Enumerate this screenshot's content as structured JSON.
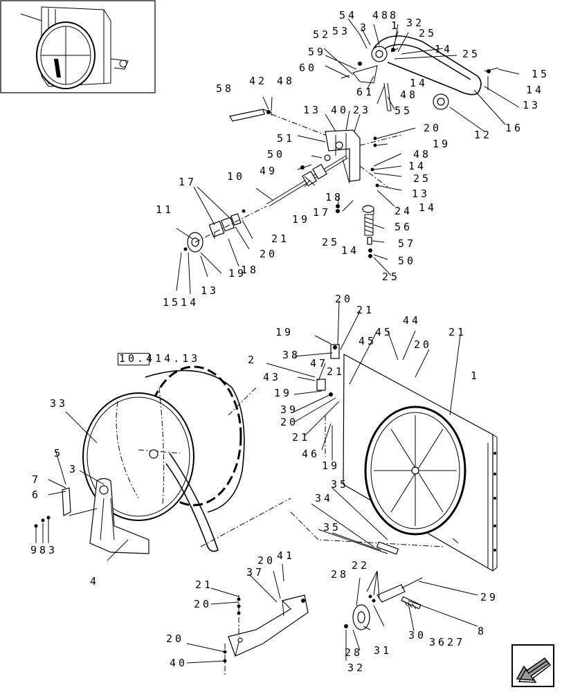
{
  "diagram": {
    "reference_link": "10.414.13",
    "callouts": [
      {
        "id": "c54",
        "text": "54"
      },
      {
        "id": "c48a",
        "text": "48"
      },
      {
        "id": "c8a",
        "text": "8"
      },
      {
        "id": "c53",
        "text": "53"
      },
      {
        "id": "c1a",
        "text": "1"
      },
      {
        "id": "c32a",
        "text": "32"
      },
      {
        "id": "c52",
        "text": "52"
      },
      {
        "id": "c3a",
        "text": "3"
      },
      {
        "id": "c25a",
        "text": "25"
      },
      {
        "id": "c59",
        "text": "59"
      },
      {
        "id": "c14a",
        "text": "14"
      },
      {
        "id": "c25b",
        "text": "25"
      },
      {
        "id": "c60",
        "text": "60"
      },
      {
        "id": "c15a",
        "text": "15"
      },
      {
        "id": "c61",
        "text": "61"
      },
      {
        "id": "c14b",
        "text": "14"
      },
      {
        "id": "c14c",
        "text": "14"
      },
      {
        "id": "c48b",
        "text": "48"
      },
      {
        "id": "c13a",
        "text": "13"
      },
      {
        "id": "c58",
        "text": "58"
      },
      {
        "id": "c42",
        "text": "42"
      },
      {
        "id": "c48c",
        "text": "48"
      },
      {
        "id": "c55",
        "text": "55"
      },
      {
        "id": "c12",
        "text": "12"
      },
      {
        "id": "c16",
        "text": "16"
      },
      {
        "id": "c13b",
        "text": "13"
      },
      {
        "id": "c40",
        "text": "40"
      },
      {
        "id": "c23",
        "text": "23"
      },
      {
        "id": "c20a",
        "text": "20"
      },
      {
        "id": "c51",
        "text": "51"
      },
      {
        "id": "c19a",
        "text": "19"
      },
      {
        "id": "c50a",
        "text": "50"
      },
      {
        "id": "c48d",
        "text": "48"
      },
      {
        "id": "c14d",
        "text": "14"
      },
      {
        "id": "c49",
        "text": "49"
      },
      {
        "id": "c25c",
        "text": "25"
      },
      {
        "id": "c17a",
        "text": "17"
      },
      {
        "id": "c10",
        "text": "10"
      },
      {
        "id": "c13c",
        "text": "13"
      },
      {
        "id": "c14e",
        "text": "14"
      },
      {
        "id": "c18a",
        "text": "18"
      },
      {
        "id": "c24",
        "text": "24"
      },
      {
        "id": "c11",
        "text": "11"
      },
      {
        "id": "c19b",
        "text": "19"
      },
      {
        "id": "c17b",
        "text": "17"
      },
      {
        "id": "c56",
        "text": "56"
      },
      {
        "id": "c21a",
        "text": "21"
      },
      {
        "id": "c25d",
        "text": "25"
      },
      {
        "id": "c57",
        "text": "57"
      },
      {
        "id": "c20b",
        "text": "20"
      },
      {
        "id": "c14f",
        "text": "14"
      },
      {
        "id": "c50b",
        "text": "50"
      },
      {
        "id": "c19c",
        "text": "19"
      },
      {
        "id": "c18b",
        "text": "18"
      },
      {
        "id": "c25e",
        "text": "25"
      },
      {
        "id": "c13d",
        "text": "13"
      },
      {
        "id": "c1514",
        "text": "1514"
      },
      {
        "id": "c20c",
        "text": "20"
      },
      {
        "id": "c21b",
        "text": "21"
      },
      {
        "id": "c19d",
        "text": "19"
      },
      {
        "id": "c45a",
        "text": "45"
      },
      {
        "id": "c44",
        "text": "44"
      },
      {
        "id": "c45b",
        "text": "45"
      },
      {
        "id": "c20d",
        "text": "20"
      },
      {
        "id": "c21c",
        "text": "21"
      },
      {
        "id": "c38",
        "text": "38"
      },
      {
        "id": "c2",
        "text": "2"
      },
      {
        "id": "c47",
        "text": "47"
      },
      {
        "id": "c21d",
        "text": "21"
      },
      {
        "id": "c1b",
        "text": "1"
      },
      {
        "id": "c43",
        "text": "43"
      },
      {
        "id": "c19e",
        "text": "19"
      },
      {
        "id": "c39",
        "text": "39"
      },
      {
        "id": "c20e",
        "text": "20"
      },
      {
        "id": "c21e",
        "text": "21"
      },
      {
        "id": "c46",
        "text": "46"
      },
      {
        "id": "c19f",
        "text": "19"
      },
      {
        "id": "c33",
        "text": "33"
      },
      {
        "id": "c5",
        "text": "5"
      },
      {
        "id": "c3b",
        "text": "3"
      },
      {
        "id": "c7",
        "text": "7"
      },
      {
        "id": "c6",
        "text": "6"
      },
      {
        "id": "c983",
        "text": "983"
      },
      {
        "id": "c4",
        "text": "4"
      },
      {
        "id": "c35a",
        "text": "35"
      },
      {
        "id": "c34",
        "text": "34"
      },
      {
        "id": "c35b",
        "text": "35"
      },
      {
        "id": "c22",
        "text": "22"
      },
      {
        "id": "c28a",
        "text": "28"
      },
      {
        "id": "c29",
        "text": "29"
      },
      {
        "id": "c8b",
        "text": "8"
      },
      {
        "id": "c20f",
        "text": "20"
      },
      {
        "id": "c41",
        "text": "41"
      },
      {
        "id": "c37",
        "text": "37"
      },
      {
        "id": "c21f",
        "text": "21"
      },
      {
        "id": "c20g",
        "text": "20"
      },
      {
        "id": "c20h",
        "text": "20"
      },
      {
        "id": "c40b",
        "text": "40"
      },
      {
        "id": "c30",
        "text": "30"
      },
      {
        "id": "c3627",
        "text": "3627"
      },
      {
        "id": "c31",
        "text": "31"
      },
      {
        "id": "c28b",
        "text": "28"
      },
      {
        "id": "c32b",
        "text": "32"
      }
    ]
  },
  "navigation": {
    "icon": "back-arrow-icon"
  },
  "colors": {
    "ink": "#000000",
    "paper": "#ffffff",
    "shade": "#9a9a9a"
  }
}
